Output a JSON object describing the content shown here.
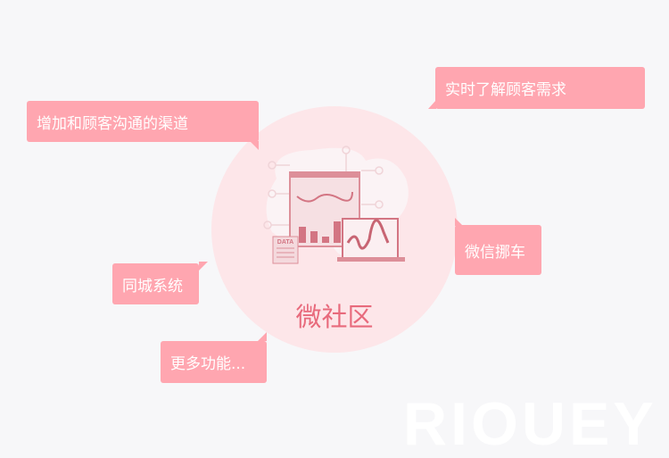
{
  "center": {
    "title": "微社区",
    "illustration_label": "DATA"
  },
  "bubbles": [
    {
      "label": "增加和顾客沟通的渠道"
    },
    {
      "label": "实时了解顾客需求"
    },
    {
      "label": "微信挪车"
    },
    {
      "label": "同城系统"
    },
    {
      "label": "更多功能..."
    }
  ],
  "watermark": "RIOUEY",
  "colors": {
    "accent": "#ffa6b0",
    "title": "#e86a7c",
    "circle": "#fde6e9",
    "background": "#f7f7f9"
  }
}
